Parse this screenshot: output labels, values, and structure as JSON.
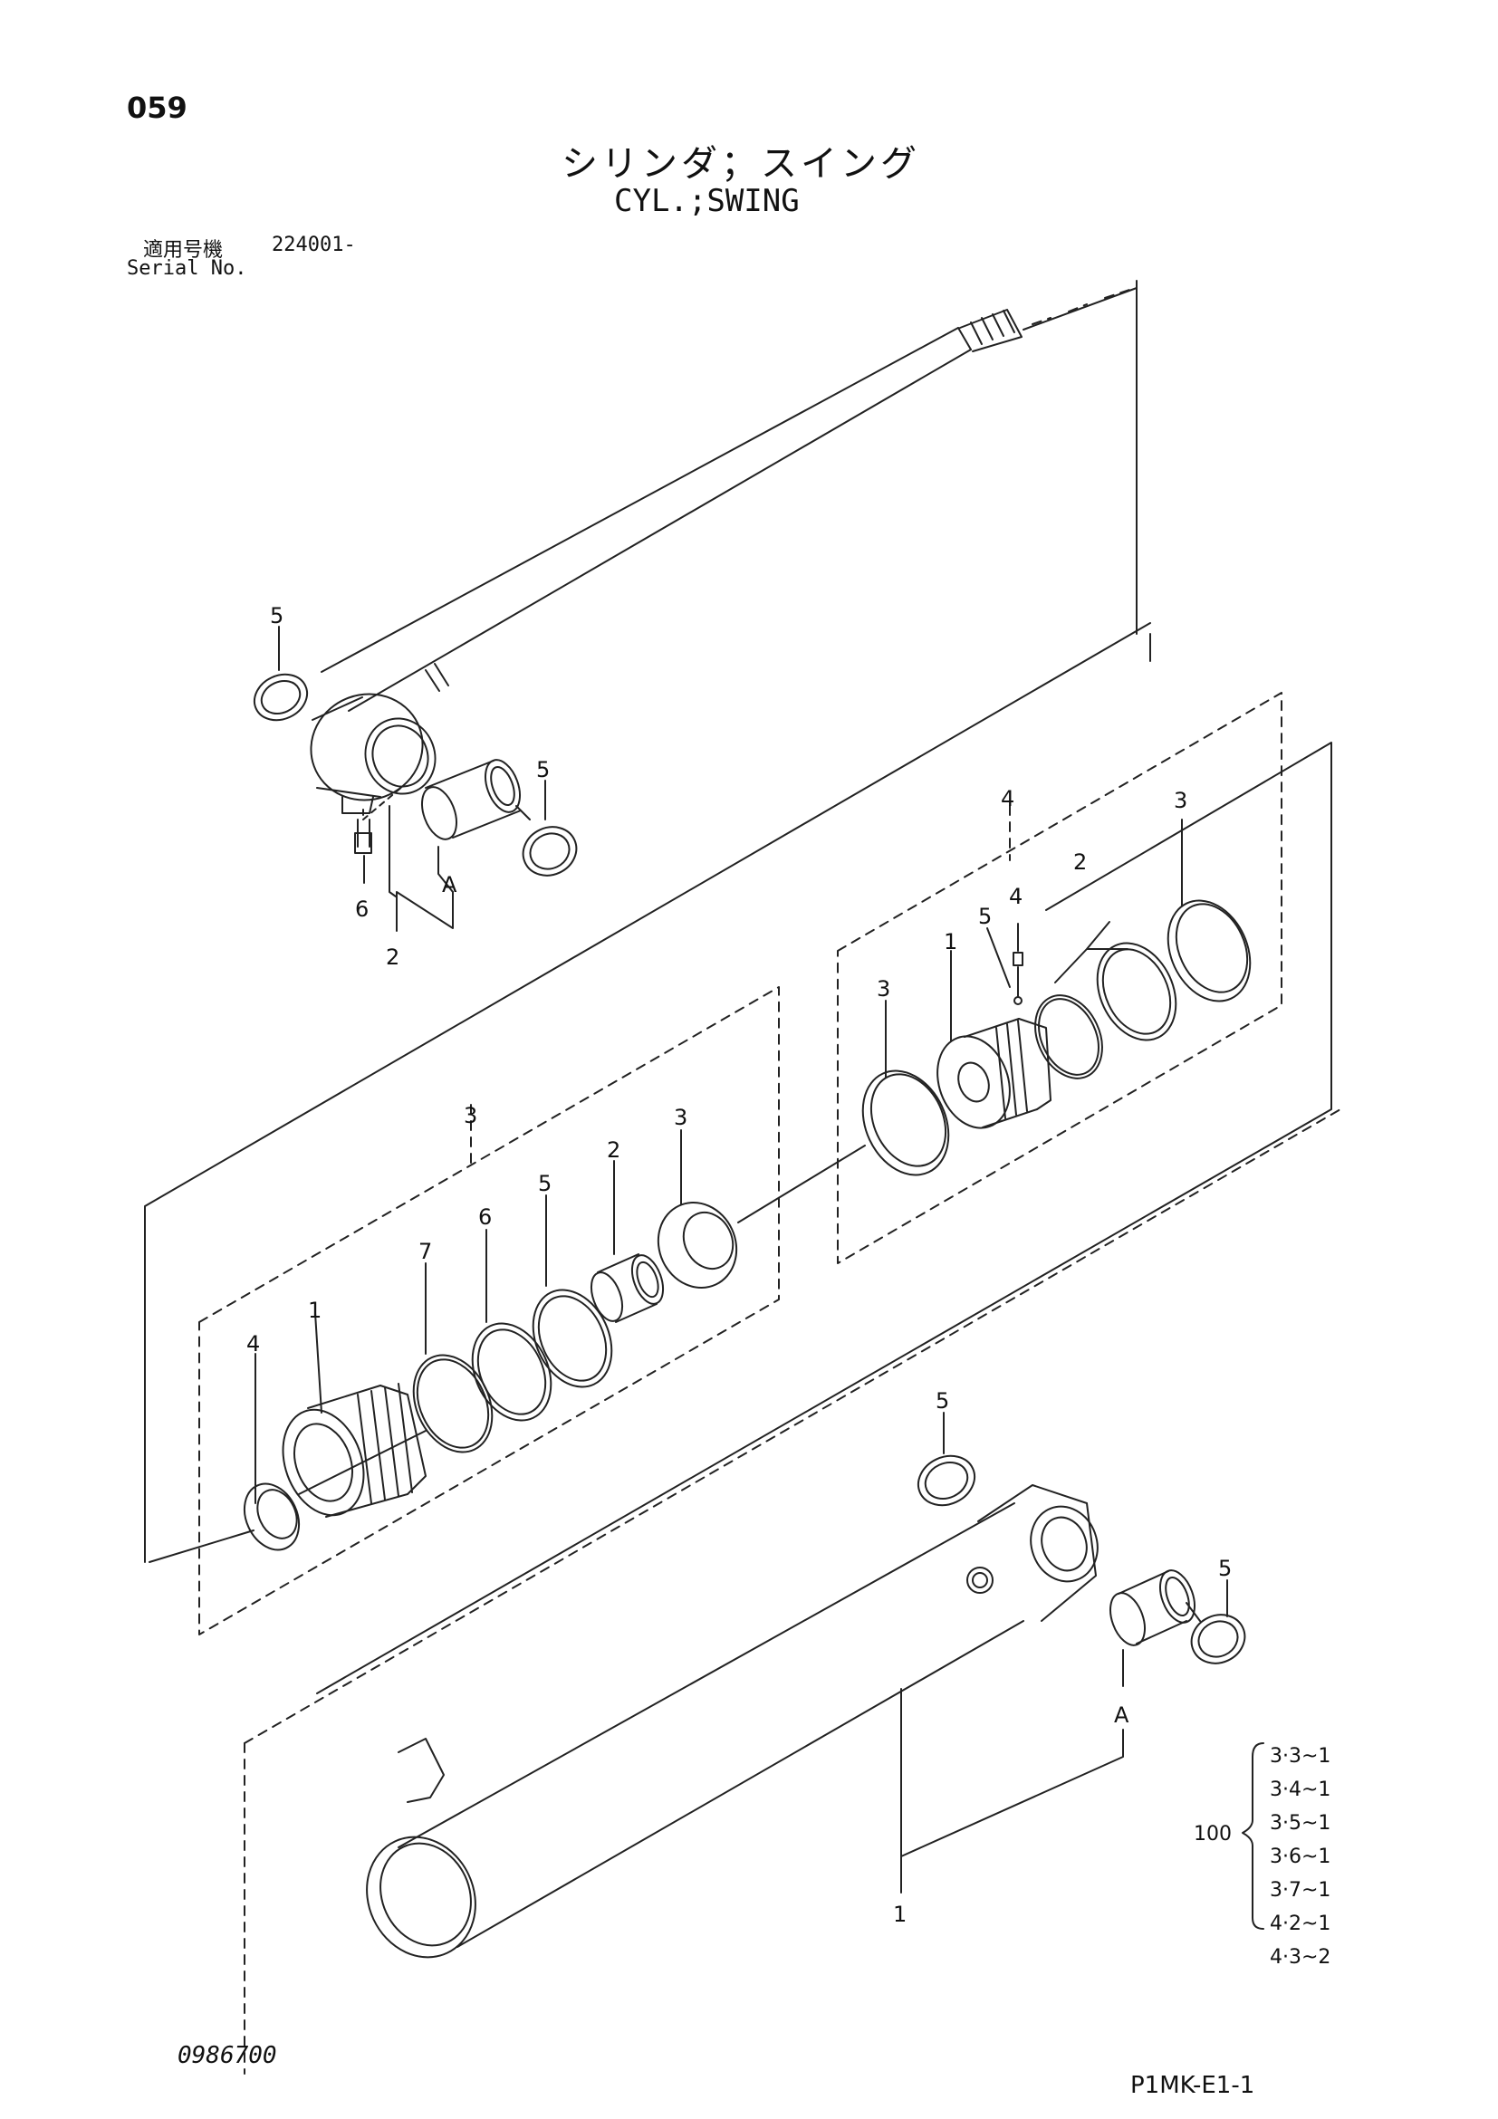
{
  "page": {
    "page_number": "059",
    "title_jp": "シリンダ；スイング",
    "title_en": "CYL.;SWING",
    "serial_label_jp": "適用号機",
    "serial_value": "224001-",
    "serial_label_en": "Serial No.",
    "drawing_number": "0986700",
    "footer_code": "P1MK-E1-1"
  },
  "callouts": {
    "rod_seal_5_top": "5",
    "rod_bushing_5_right": "5",
    "rod_grease_fitting_6": "6",
    "rod_bushing_2": "2",
    "rod_bushing_A": "A",
    "head_group_3": "3",
    "head_1": "1",
    "head_4": "4",
    "head_7": "7",
    "head_6": "6",
    "head_5": "5",
    "head_2": "2",
    "head_3": "3",
    "piston_group_4": "4",
    "piston_3_left": "3",
    "piston_1": "1",
    "piston_5": "5",
    "piston_4": "4",
    "piston_2": "2",
    "piston_3_right": "3",
    "tube_5_top": "5",
    "tube_5_right": "5",
    "tube_A": "A",
    "tube_1": "1"
  },
  "kit": {
    "number": "100",
    "items": [
      "3·3~1",
      "3·4~1",
      "3·5~1",
      "3·6~1",
      "3·7~1",
      "4·2~1",
      "4·3~2"
    ]
  }
}
